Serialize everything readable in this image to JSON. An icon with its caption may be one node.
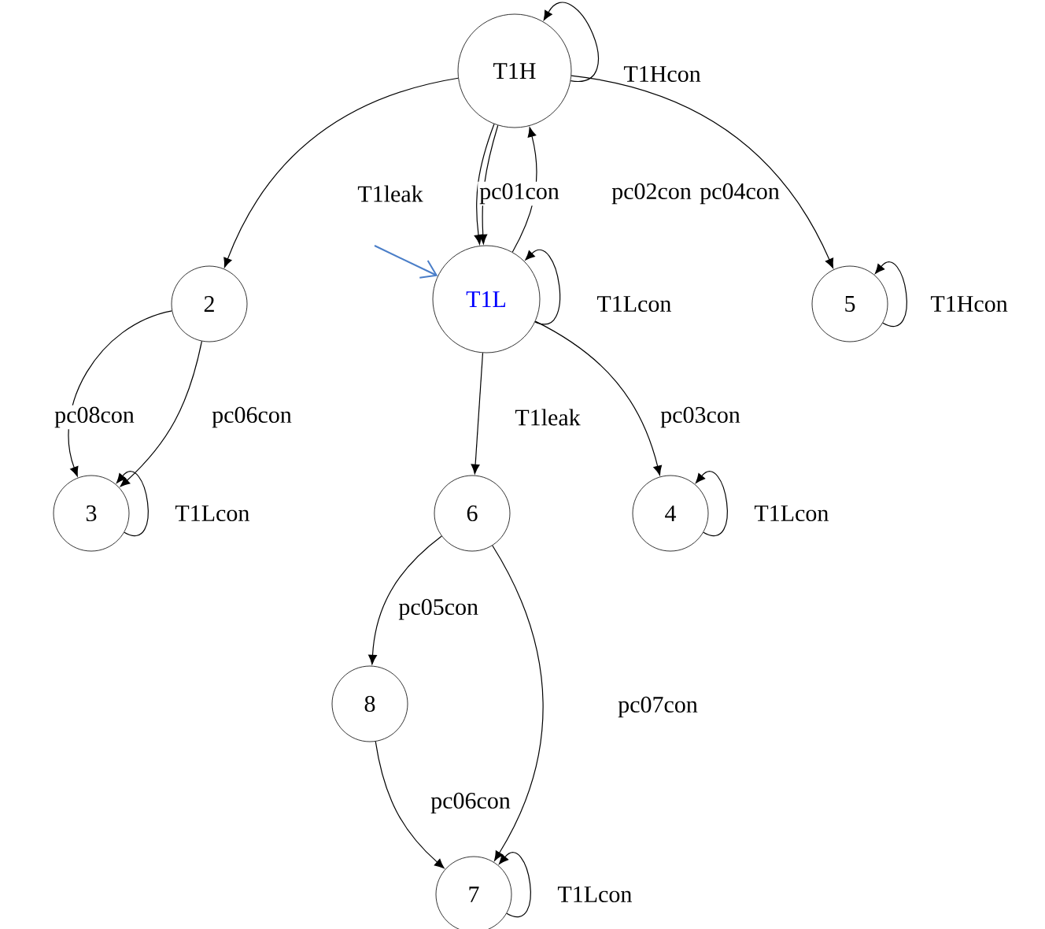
{
  "diagram": {
    "nodes": [
      {
        "text": [
          "T1H"
        ]
      },
      {
        "text": [
          "T1L"
        ]
      },
      {
        "text": [
          "2"
        ]
      },
      {
        "text": [
          "3"
        ]
      },
      {
        "text": [
          "4"
        ]
      },
      {
        "text": [
          "5"
        ]
      },
      {
        "text": [
          "6"
        ]
      },
      {
        "text": [
          "7"
        ]
      },
      {
        "text": [
          "8"
        ]
      }
    ],
    "edges": [
      {
        "from": 0,
        "to": 0,
        "arrow": "to",
        "label": "T1Hcon"
      },
      {
        "from": 0,
        "to": 2,
        "arrow": "to"
      },
      {
        "from": 0,
        "to": 1,
        "arrow": "to",
        "label": "T1leak"
      },
      {
        "from": 0,
        "to": 1,
        "arrow": "to",
        "label": "pc01con"
      },
      {
        "from": 1,
        "to": 0,
        "arrow": "to",
        "label": "pc02con"
      },
      {
        "from": 0,
        "to": 5,
        "arrow": "to",
        "label": "pc04con"
      },
      {
        "from": 1,
        "to": 1,
        "arrow": "to",
        "label": "T1Lcon"
      },
      {
        "from": 5,
        "to": 5,
        "arrow": "to",
        "label": "T1Hcon"
      },
      {
        "from": 2,
        "to": 3,
        "arrow": "to",
        "label": "pc08con"
      },
      {
        "from": 2,
        "to": 3,
        "arrow": "to",
        "label": "pc06con"
      },
      {
        "from": 3,
        "to": 3,
        "arrow": "to",
        "label": "T1Lcon"
      },
      {
        "from": 1,
        "to": 6,
        "arrow": "to",
        "label": "T1leak"
      },
      {
        "from": 1,
        "to": 4,
        "arrow": "to",
        "label": "pc03con"
      },
      {
        "from": 4,
        "to": 4,
        "arrow": "to",
        "label": "T1Lcon"
      },
      {
        "from": 6,
        "to": 8,
        "arrow": "to",
        "label": "pc05con"
      },
      {
        "from": 6,
        "to": 7,
        "arrow": "to",
        "label": "pc07con"
      },
      {
        "from": 8,
        "to": 7,
        "arrow": "to",
        "label": "pc06con"
      },
      {
        "from": 7,
        "to": 7,
        "arrow": "to",
        "label": "T1Lcon"
      },
      {
        "from": null,
        "to": 1,
        "arrow": "to",
        "color": "#4a7ec8"
      }
    ]
  }
}
